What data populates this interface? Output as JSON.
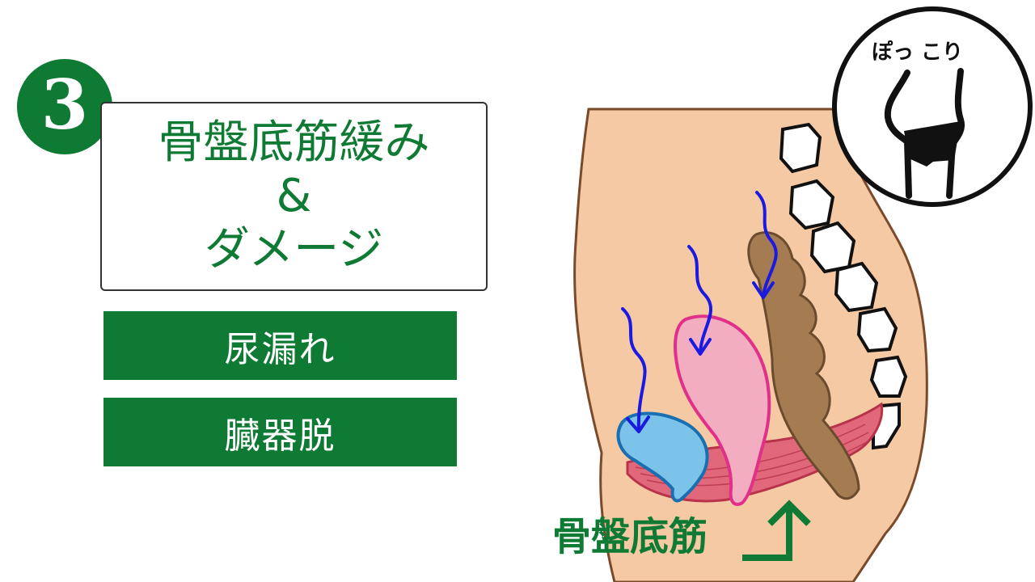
{
  "slide": {
    "step_number": "3",
    "title_lines": [
      "骨盤底筋緩み",
      "&",
      "ダメージ"
    ],
    "tags": [
      "尿漏れ",
      "臓器脱"
    ],
    "diagram_label": "骨盤底筋",
    "inset_label": "ぽっ こり"
  },
  "colors": {
    "accent_green": "#0e7a34",
    "skin": "#f5c9a3",
    "bladder": "#7cc3ea",
    "uterus": "#f2aec0",
    "rectum": "#a57b52",
    "muscle": "#d9596e",
    "arrow": "#1a1ae0"
  }
}
